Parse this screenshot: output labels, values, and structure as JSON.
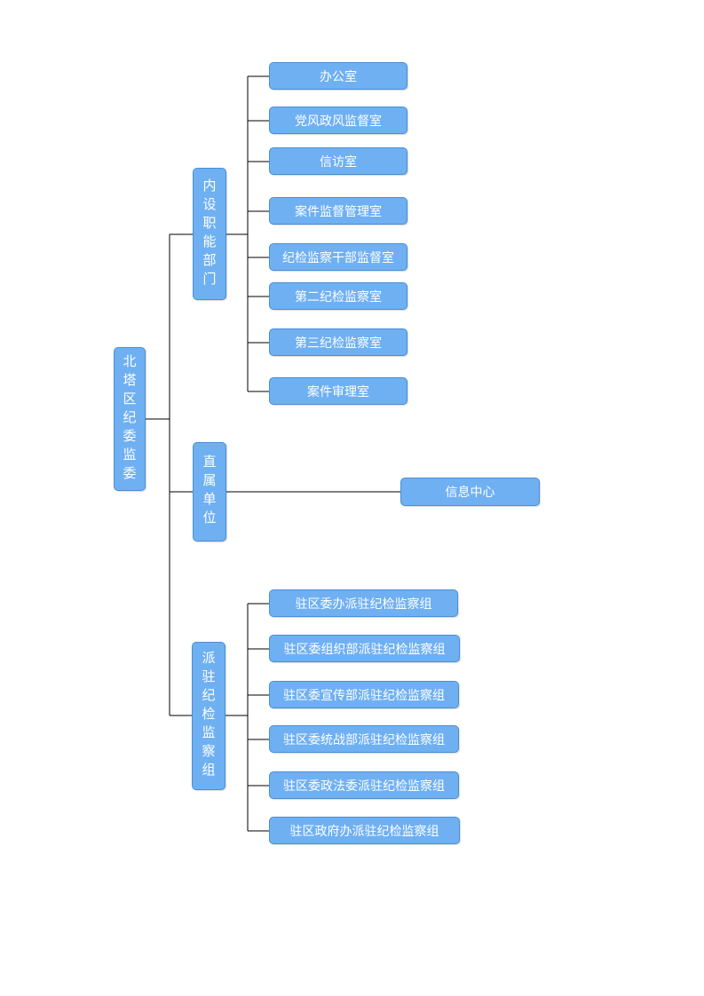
{
  "root": "北塔区纪委监委",
  "branches": [
    {
      "label": "内设职能部门",
      "children": [
        "办公室",
        "党风政风监督室",
        "信访室",
        "案件监督管理室",
        "纪检监察干部监督室",
        "第二纪检监察室",
        "第三纪检监察室",
        "案件审理室"
      ]
    },
    {
      "label": "直属单位",
      "children": [
        "信息中心"
      ]
    },
    {
      "label": "派驻纪检监察组",
      "children": [
        "驻区委办派驻纪检监察组",
        "驻区委组织部派驻纪检监察组",
        "驻区委宣传部派驻纪检监察组",
        "驻区委统战部派驻纪检监察组",
        "驻区委政法委派驻纪检监察组",
        "驻区政府办派驻纪检监察组"
      ]
    }
  ],
  "colors": {
    "node_fill": "#6fb0f3",
    "node_border": "#4a8fd6",
    "line": "#000000"
  }
}
